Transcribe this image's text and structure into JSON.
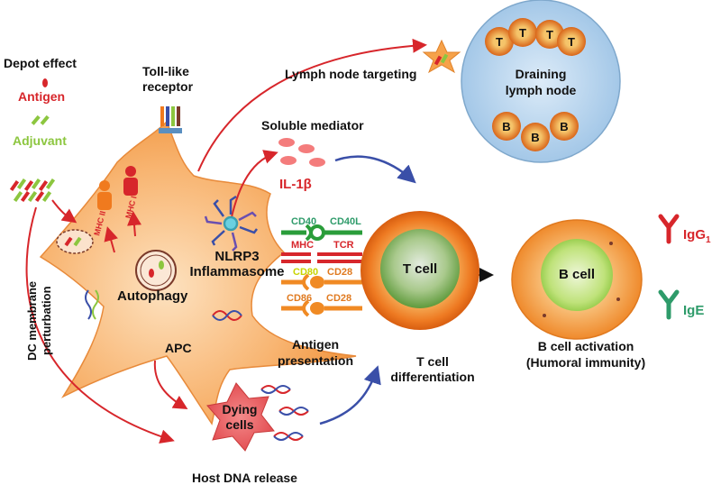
{
  "labels": {
    "depot_effect": "Depot effect",
    "antigen": "Antigen",
    "adjuvant": "Adjuvant",
    "toll_like": "Toll-like",
    "receptor": "receptor",
    "lymph_node_targeting": "Lymph node targeting",
    "draining_lymph_node_1": "Draining",
    "draining_lymph_node_2": "lymph node",
    "soluble_mediator": "Soluble mediator",
    "il1b": "IL-1β",
    "mhc_ii": "MHC II",
    "mhc_i": "MHC I",
    "autophagy": "Autophagy",
    "nlrp3": "NLRP3",
    "inflammasome": "Inflammasome",
    "dc_membrane": "DC membrane",
    "perturbation": "perturbation",
    "apc": "APC",
    "cd40": "CD40",
    "cd40l": "CD40L",
    "mhc": "MHC",
    "tcr": "TCR",
    "cd80": "CD80",
    "cd28_a": "CD28",
    "cd86": "CD86",
    "cd28_b": "CD28",
    "antigen_presentation_1": "Antigen",
    "antigen_presentation_2": "presentation",
    "t_cell": "T cell",
    "t_cell_diff_1": "T cell",
    "t_cell_diff_2": "differentiation",
    "b_cell": "B cell",
    "b_cell_activation_1": "B cell activation",
    "b_cell_activation_2": "(Humoral immunity)",
    "igg1": "IgG",
    "igg1_sub": "1",
    "ige": "IgE",
    "dying_cells_1": "Dying",
    "dying_cells_2": "cells",
    "host_dna_release": "Host DNA release",
    "t_letter": "T",
    "b_letter": "B"
  },
  "colors": {
    "apc_fill": "#f6a24a",
    "red_arrow": "#d7262b",
    "blue_arrow": "#3a4fa8",
    "lymph_node": "#bcd8f0",
    "t_cell_core": "#8fbf6a",
    "t_cell_outer": "#f07a1e",
    "b_cell_core": "#b5e06a",
    "igg_red": "#d7262b",
    "ige_teal": "#2e9b6a",
    "cd40_green": "#2a9d3a",
    "mhc_red": "#d7262b",
    "cd80_orange": "#f08a24"
  }
}
